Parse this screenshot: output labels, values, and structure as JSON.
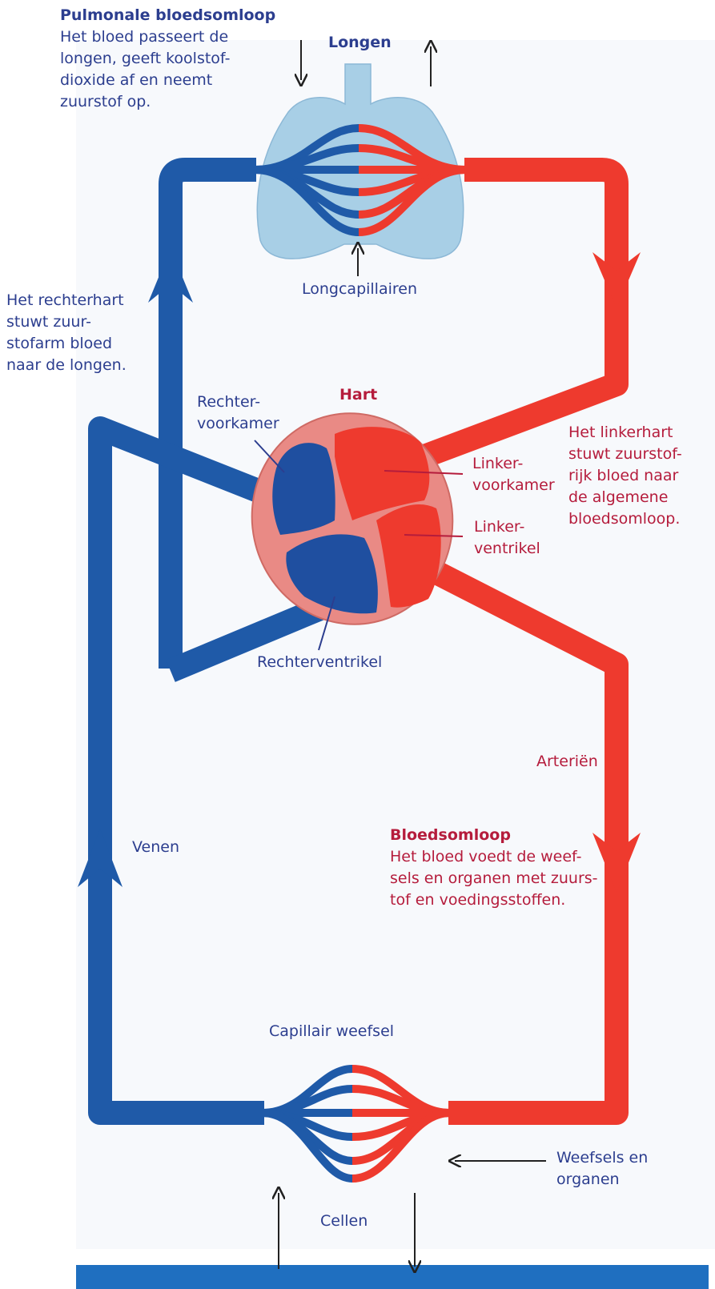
{
  "labels": {
    "pulmonary_title": "Pulmonale bloedsomloop",
    "pulmonary_text": "Het bloed passeert de\nlongen, geeft koolstof-\ndioxide af en neemt\nzuurstof op.",
    "lungs": "Longen",
    "lung_capillaries": "Longcapillairen",
    "right_heart_text": "Het rechterhart\nstuwt zuur-\nstofarm bloed\nnaar de longen.",
    "heart": "Hart",
    "right_atrium": "Rechter-\nvoorkamer",
    "left_atrium": "Linker-\nvoorkamer",
    "left_ventricle": "Linker-\nventrikel",
    "right_ventricle": "Rechterventrikel",
    "left_heart_text": "Het linkerhart\nstuwt zuurstof-\nrijk bloed naar\nde algemene\nbloedsomloop.",
    "arteries": "Arteriën",
    "systemic_title": "Bloedsomloop",
    "systemic_text": "Het bloed voedt de weef-\nsels en organen met zuurs-\ntof en voedingsstoffen.",
    "veins": "Venen",
    "capillary_tissue": "Capillair weefsel",
    "tissues_organs": "Weefsels en\norganen",
    "cells": "Cellen"
  },
  "colors": {
    "venous_blue": "#1f5aa8",
    "arterial_red": "#ee3a2e",
    "label_blue": "#2c3e8f",
    "label_red": "#b51c3c",
    "lung_fill": "#a8cfe6",
    "heart_wall": "#e98a85"
  }
}
